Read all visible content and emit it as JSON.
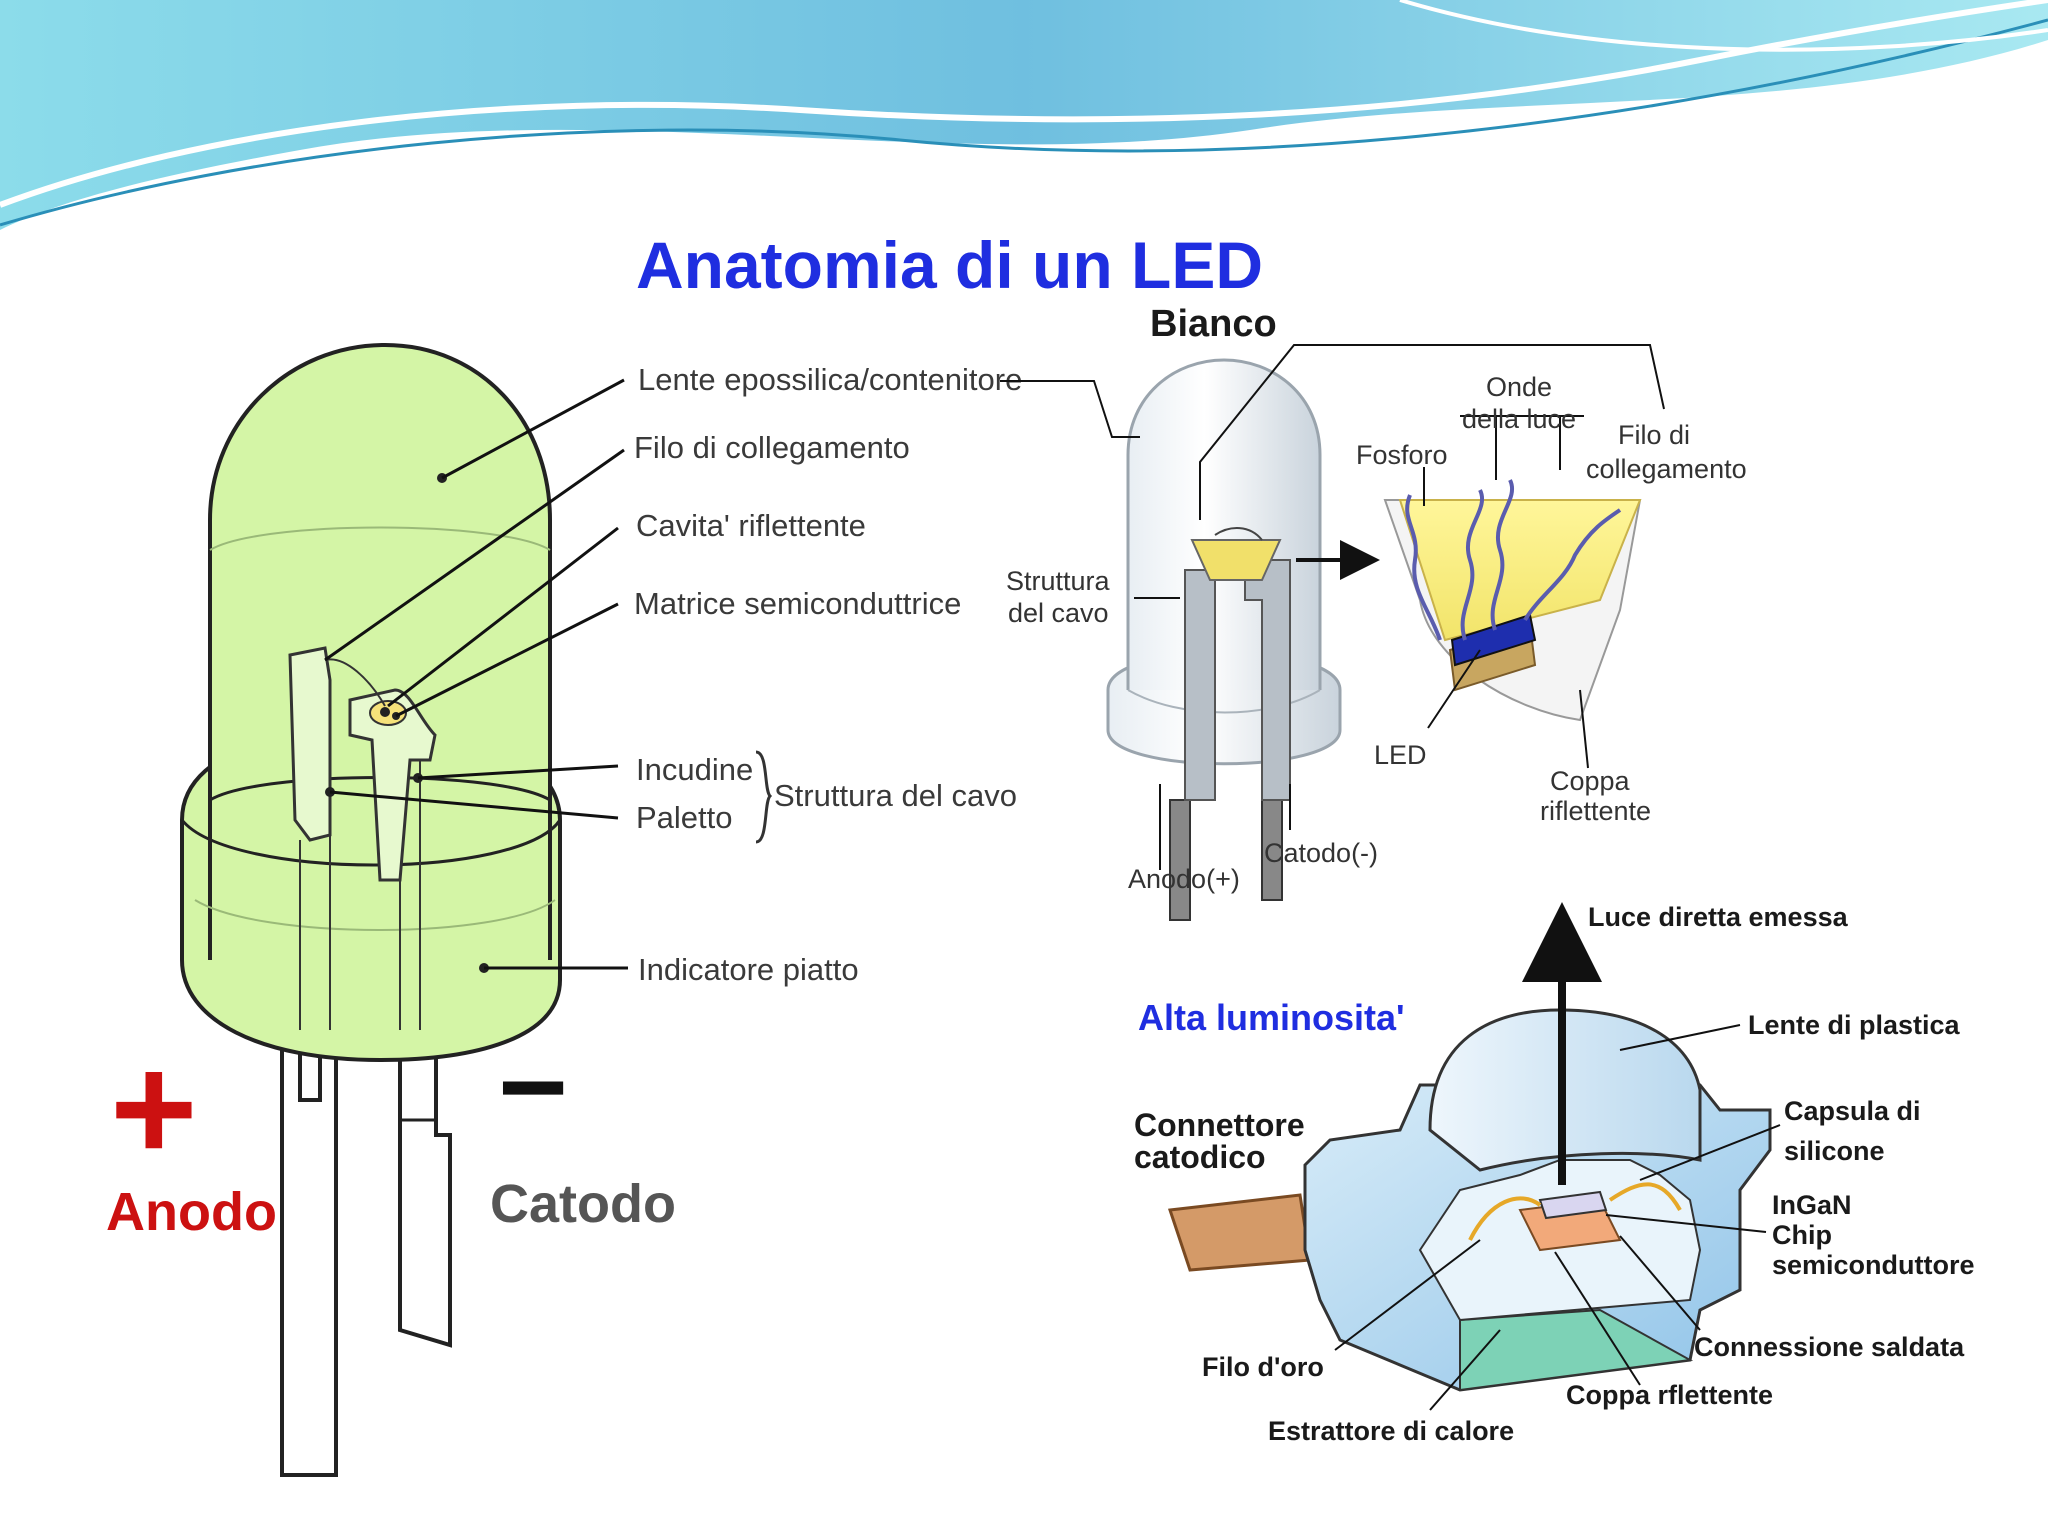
{
  "title": "Anatomia di un LED",
  "colors": {
    "title": "#1f2ee0",
    "anode_plus": "#cc1111",
    "cathode_minus": "#111111",
    "cathode_label": "#555555",
    "led_body": "#d4f5a6",
    "subtitle_high": "#1f2ee0",
    "wave_header": "#4fb4d6"
  },
  "left_labels": {
    "lens": "Lente epossilica/contenitore",
    "bond_wire": "Filo di collegamento",
    "reflective_cavity": "Cavita' riflettente",
    "semiconductor_die": "Matrice semiconduttrice",
    "anvil": "Incudine",
    "post": "Paletto",
    "lead_frame": "Struttura del cavo",
    "flat_spot": "Indicatore piatto",
    "anode_sign": "+",
    "anode": "Anodo",
    "cathode_sign": "−",
    "cathode": "Catodo"
  },
  "white_led": {
    "title": "Bianco",
    "light_waves": [
      "Onde",
      "della luce"
    ],
    "phosphor": "Fosforo",
    "bond_wire": [
      "Filo di",
      "collegamento"
    ],
    "lead_frame": [
      "Struttura",
      "del cavo"
    ],
    "led": "LED",
    "reflective_cup": [
      "Coppa",
      "riflettente"
    ],
    "cathode": "Catodo(-)",
    "anode": "Anodo(+)"
  },
  "high_brightness": {
    "title": "Alta luminosita'",
    "emitted_light": "Luce diretta emessa",
    "plastic_lens": "Lente di plastica",
    "silicone_capsule": [
      "Capsula di",
      "silicone"
    ],
    "chip": [
      "InGaN",
      "Chip",
      "semiconduttore"
    ],
    "cathode_connector": [
      "Connettore",
      "catodico"
    ],
    "solder_connection": "Connessione saldata",
    "gold_wire": "Filo d'oro",
    "reflective_cup": "Coppa rflettente",
    "heat_extractor": "Estrattore di calore"
  }
}
